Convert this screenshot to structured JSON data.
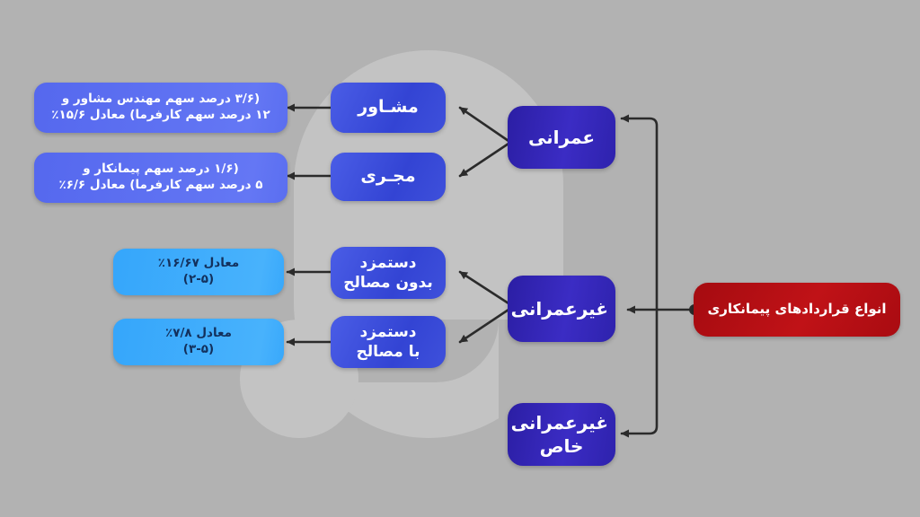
{
  "meta": {
    "title": "انواع قراردادهای پیمانکاری",
    "background_color": "#b2b2b2",
    "watermark_color": "#c3c3c3"
  },
  "colors": {
    "root": "#b10d12",
    "level1": "#3226ae",
    "level2": "#3f51d8",
    "leaf_blue": "#5a6ef0",
    "leaf_cyan": "#38a8fb",
    "connector": "#2b2b2b",
    "text_light": "#ffffff",
    "text_dark": "#13305c"
  },
  "chart_data": {
    "type": "diagram",
    "layout": "right-to-left tree",
    "title": "انواع قراردادهای پیمانکاری",
    "levels": 4
  },
  "nodes": {
    "root": {
      "label": "انواع قراردادهای پیمانکاری",
      "level": 0,
      "color": "#b10d12"
    },
    "omrani": {
      "label": "عمرانی",
      "level": 1,
      "color": "#3226ae"
    },
    "gheir_omrani": {
      "label": "غیرعمرانی",
      "level": 1,
      "color": "#3226ae"
    },
    "gheir_omrani_khas": {
      "line1": "غیرعمرانی",
      "line2": "خاص",
      "level": 1,
      "color": "#3226ae"
    },
    "moshaver": {
      "label": "مشـاور",
      "level": 2,
      "color": "#3f51d8"
    },
    "mojri": {
      "label": "مجـری",
      "level": 2,
      "color": "#3f51d8"
    },
    "dastmozd_bedoon": {
      "line1": "دستمزد",
      "line2": "بدون مصالح",
      "level": 2,
      "color": "#3f51d8"
    },
    "dastmozd_ba": {
      "line1": "دستمزد",
      "line2": "با مصالح",
      "level": 2,
      "color": "#3f51d8"
    },
    "leaf_moshaver": {
      "line1": "(۳/۶ درصد سهم مهندس مشاور و",
      "line2": "۱۲ درصد سهم کارفرما) معادل ۱۵/۶٪",
      "level": 3,
      "color": "#5a6ef0"
    },
    "leaf_mojri": {
      "line1": "(۱/۶ درصد سهم پیمانکار و",
      "line2": "۵ درصد سهم کارفرما) معادل ۶/۶٪",
      "level": 3,
      "color": "#5a6ef0"
    },
    "leaf_bedoon": {
      "line1": "معادل ۱۶/۶۷٪",
      "line2": "(۲-۵)",
      "level": 3,
      "color": "#38a8fb"
    },
    "leaf_ba": {
      "line1": "معادل ۷/۸٪",
      "line2": "(۳-۵)",
      "level": 3,
      "color": "#38a8fb"
    }
  },
  "edges": [
    {
      "from": "root",
      "to": "omrani"
    },
    {
      "from": "root",
      "to": "gheir_omrani"
    },
    {
      "from": "root",
      "to": "gheir_omrani_khas"
    },
    {
      "from": "omrani",
      "to": "moshaver"
    },
    {
      "from": "omrani",
      "to": "mojri"
    },
    {
      "from": "gheir_omrani",
      "to": "dastmozd_bedoon"
    },
    {
      "from": "gheir_omrani",
      "to": "dastmozd_ba"
    },
    {
      "from": "moshaver",
      "to": "leaf_moshaver"
    },
    {
      "from": "mojri",
      "to": "leaf_mojri"
    },
    {
      "from": "dastmozd_bedoon",
      "to": "leaf_bedoon"
    },
    {
      "from": "dastmozd_ba",
      "to": "leaf_ba"
    }
  ]
}
